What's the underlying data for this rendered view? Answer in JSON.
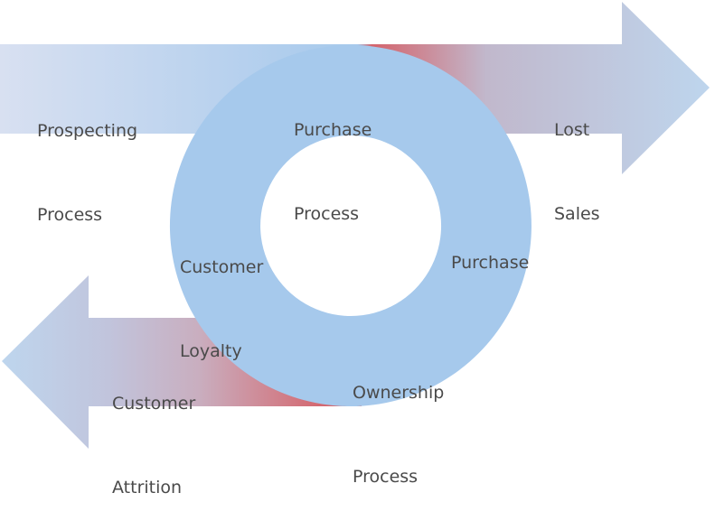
{
  "diagram": {
    "colors": {
      "ring": "#a6c9ec",
      "arrow_light": "#c0d6ee",
      "arrow_left_start": "#d9e0f0",
      "loss_red": "#d6646c",
      "text": "#4a4a4a"
    },
    "labels": {
      "prospecting": [
        "Prospecting",
        "Process"
      ],
      "purchase_process": [
        "Purchase",
        "Process"
      ],
      "lost_sales": [
        "Lost",
        "Sales"
      ],
      "purchase": [
        "Purchase"
      ],
      "customer_loyalty": [
        "Customer",
        "Loyalty"
      ],
      "ownership": [
        "Ownership",
        "Process"
      ],
      "customer_attrition": [
        "Customer",
        "Attrition"
      ]
    }
  }
}
